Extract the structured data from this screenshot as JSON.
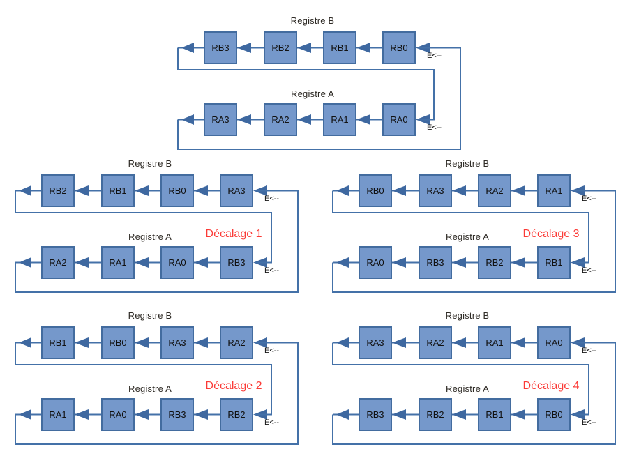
{
  "labels": {
    "register_b": "Registre B",
    "register_a": "Registre A",
    "input": "E<--"
  },
  "colors": {
    "box_fill": "#7598CB",
    "box_border": "#436C9F",
    "connector_blue": "#4471A8",
    "badge_red": "#FB3A36"
  },
  "diagrams": [
    {
      "id": "initial",
      "badge": "",
      "row_b": [
        "RB3",
        "RB2",
        "RB1",
        "RB0"
      ],
      "row_a": [
        "RA3",
        "RA2",
        "RA1",
        "RA0"
      ]
    },
    {
      "id": "decalage-1",
      "badge": "Décalage 1",
      "row_b": [
        "RB2",
        "RB1",
        "RB0",
        "RA3"
      ],
      "row_a": [
        "RA2",
        "RA1",
        "RA0",
        "RB3"
      ]
    },
    {
      "id": "decalage-2",
      "badge": "Décalage 2",
      "row_b": [
        "RB1",
        "RB0",
        "RA3",
        "RA2"
      ],
      "row_a": [
        "RA1",
        "RA0",
        "RB3",
        "RB2"
      ]
    },
    {
      "id": "decalage-3",
      "badge": "Décalage 3",
      "row_b": [
        "RB0",
        "RA3",
        "RA2",
        "RA1"
      ],
      "row_a": [
        "RA0",
        "RB3",
        "RB2",
        "RB1"
      ]
    },
    {
      "id": "decalage-4",
      "badge": "Décalage 4",
      "row_b": [
        "RA3",
        "RA2",
        "RA1",
        "RA0"
      ],
      "row_a": [
        "RB3",
        "RB2",
        "RB1",
        "RB0"
      ]
    }
  ]
}
